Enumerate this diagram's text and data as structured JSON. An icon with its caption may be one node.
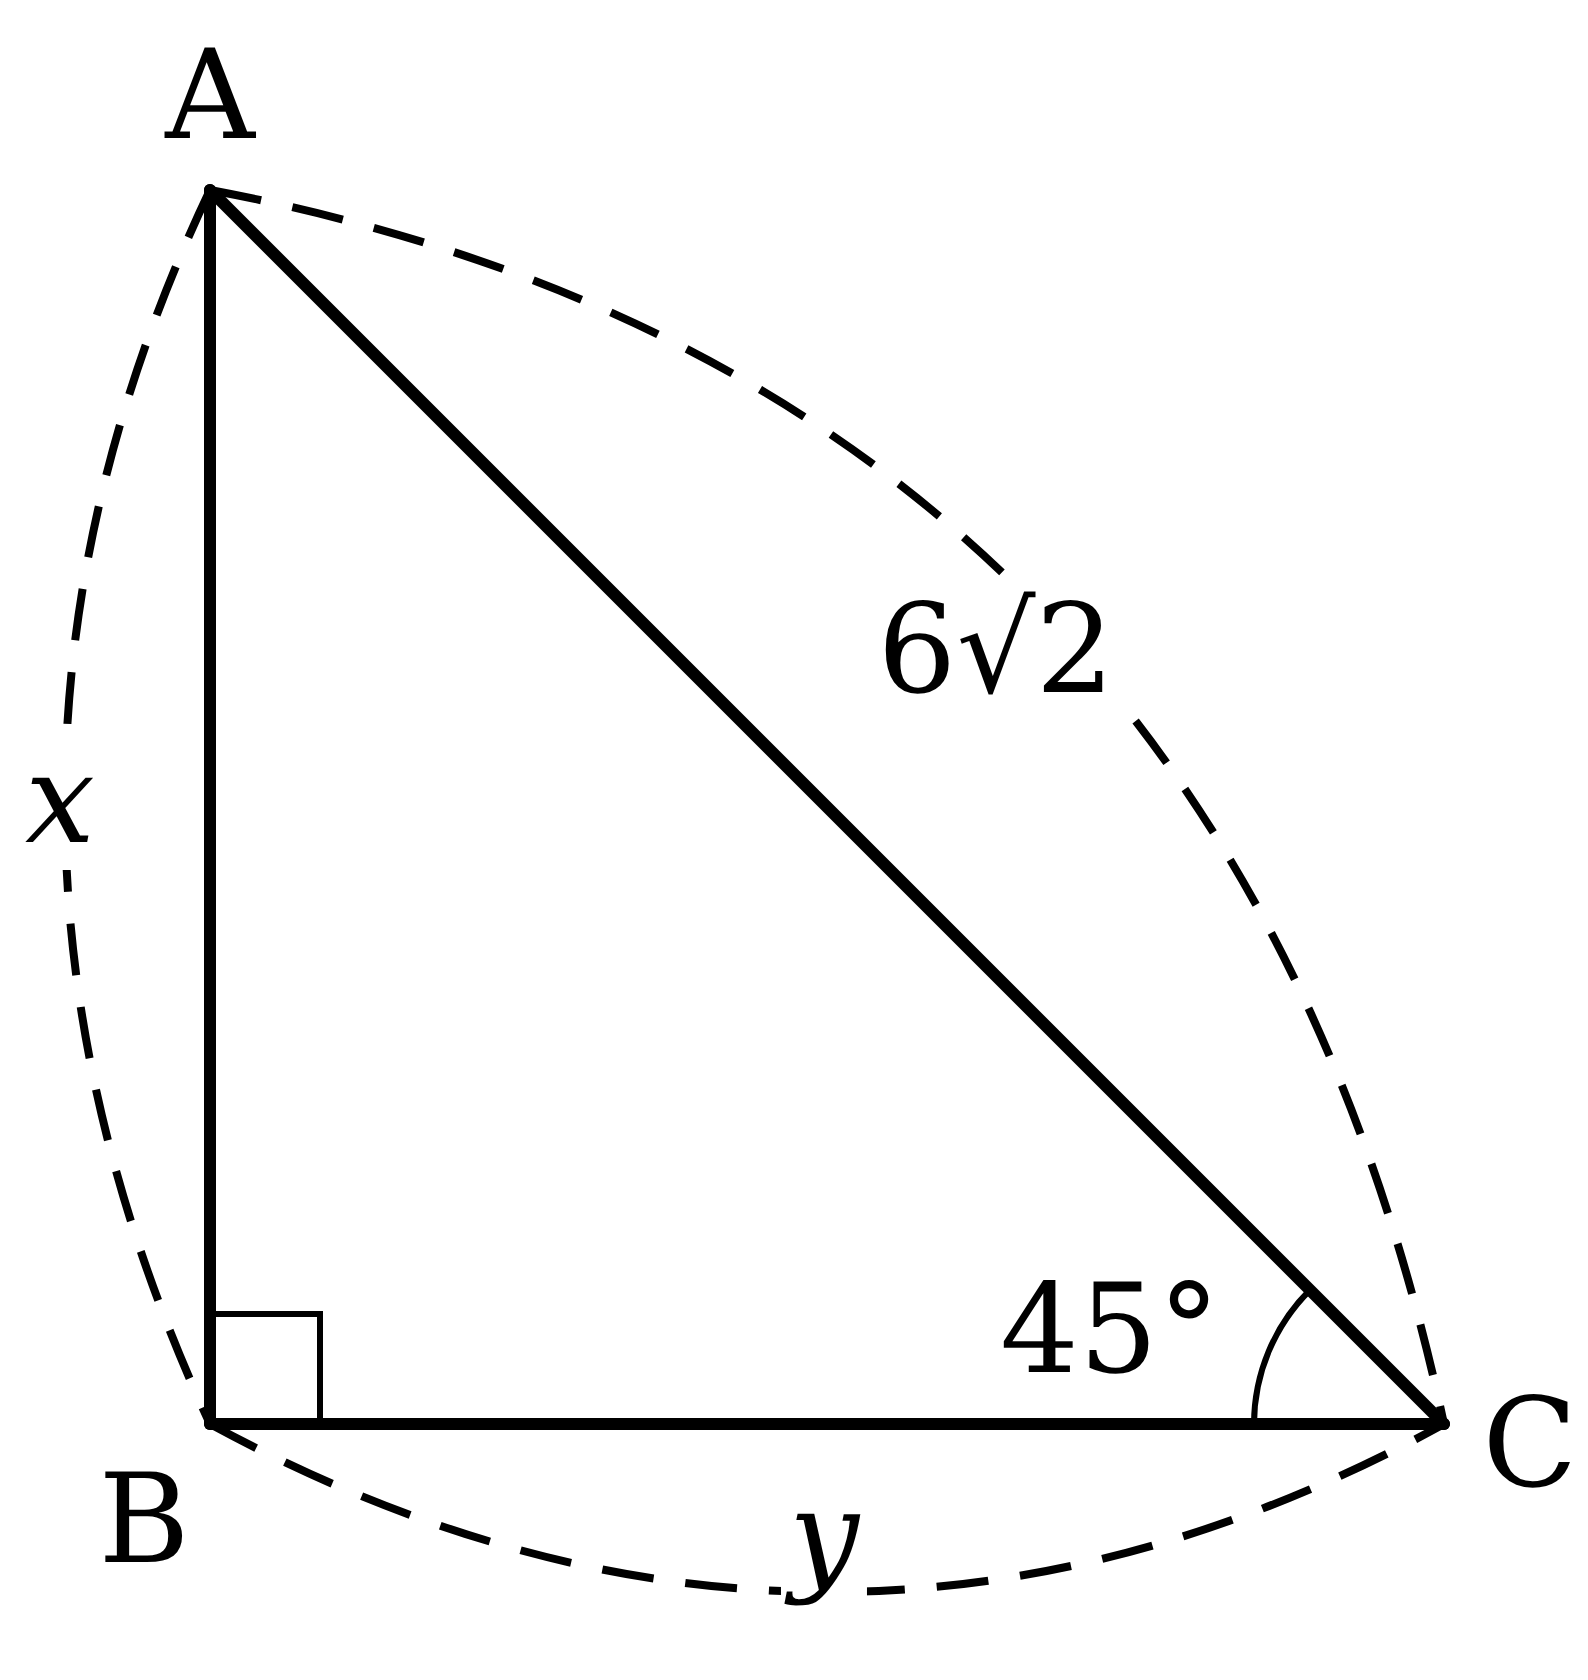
{
  "diagram": {
    "nodes": [
      {
        "text": [
          "A"
        ]
      },
      {
        "text": [
          "B"
        ]
      },
      {
        "text": [
          "C"
        ]
      }
    ],
    "edges": [
      {
        "from": 0,
        "to": 1,
        "arrow": "none"
      },
      {
        "from": 1,
        "to": 2,
        "arrow": "none"
      },
      {
        "from": 2,
        "to": 0,
        "arrow": "none"
      }
    ],
    "labels": [
      "x",
      "6√2",
      "45°",
      "y"
    ]
  }
}
